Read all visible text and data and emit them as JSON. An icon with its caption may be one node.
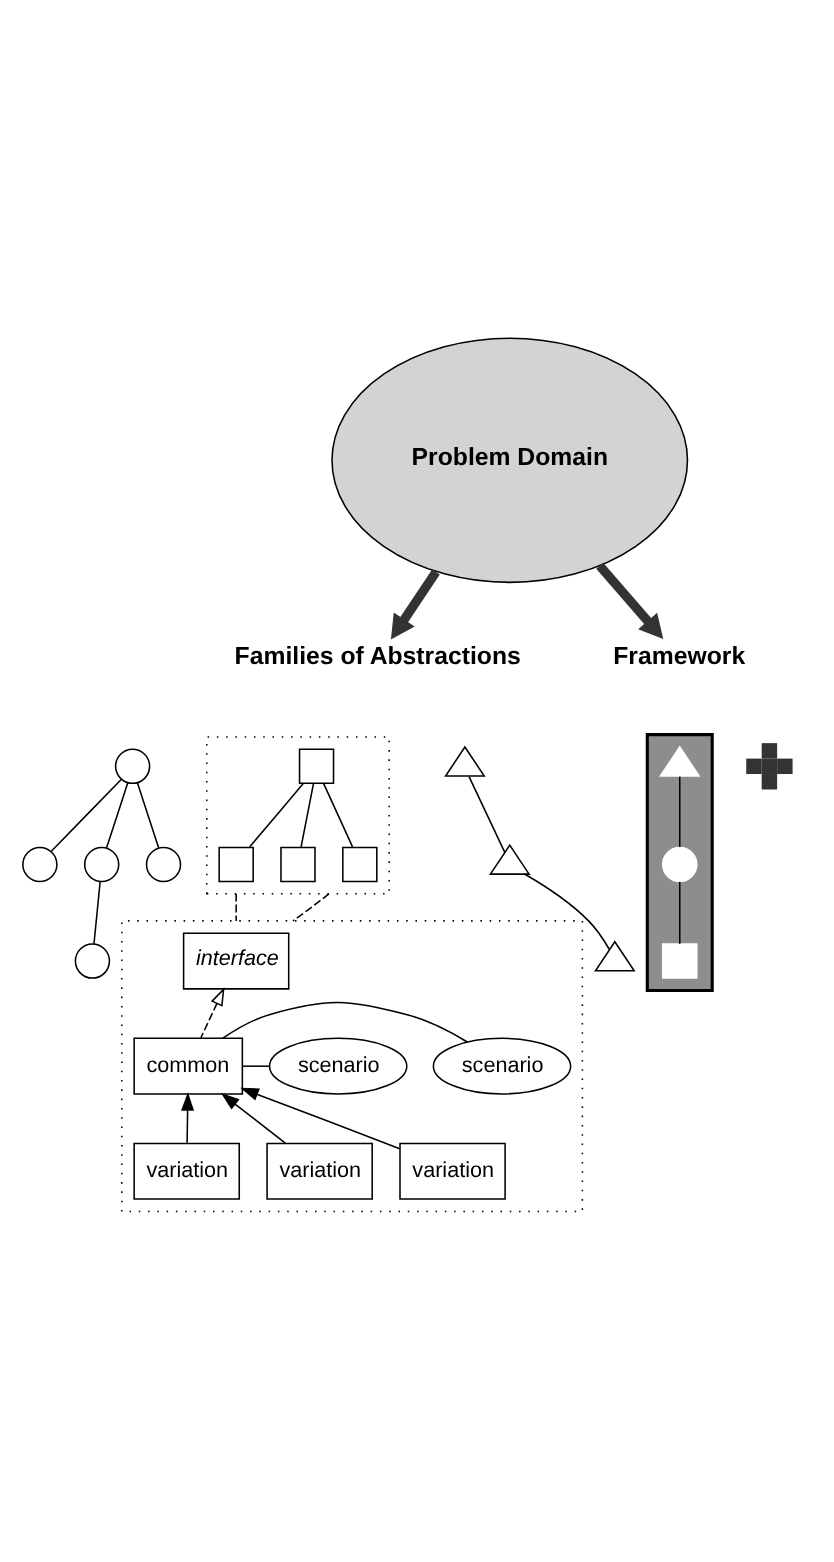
{
  "diagram": {
    "nodes": [
      {
        "text": [
          "Problem Domain"
        ]
      },
      {
        "text": [
          "Families of Abstractions"
        ]
      },
      {
        "text": [
          "Framework"
        ]
      },
      {
        "text": [],
        "shape": "triangle"
      },
      {
        "text": [],
        "shape": "triangle"
      },
      {
        "text": [],
        "shape": "triangle"
      },
      {
        "text": [],
        "shape": "circle"
      },
      {
        "text": [],
        "shape": "circle"
      },
      {
        "text": [],
        "shape": "circle"
      },
      {
        "text": [],
        "shape": "circle"
      },
      {
        "text": [],
        "shape": "circle"
      },
      {
        "text": [],
        "shape": "box"
      },
      {
        "text": [],
        "shape": "box",
        "in": 11
      },
      {
        "text": [],
        "shape": "box",
        "in": 11
      },
      {
        "text": [],
        "shape": "box",
        "in": 11
      },
      {
        "text": [],
        "shape": "box",
        "in": 11
      },
      {
        "text": [],
        "shape": "cross"
      },
      {
        "text": [],
        "shape": "box"
      },
      {
        "text": [],
        "shape": "triangle",
        "in": 17
      },
      {
        "text": [],
        "shape": "circle",
        "in": 17
      },
      {
        "text": [],
        "shape": "box",
        "in": 17
      },
      {
        "text": [],
        "shape": "box"
      },
      {
        "text": [
          "interface"
        ],
        "in": 21
      },
      {
        "text": [
          "common"
        ],
        "in": 21
      },
      {
        "text": [
          "scenario"
        ],
        "in": 21
      },
      {
        "text": [
          "scenario"
        ],
        "in": 21
      },
      {
        "text": [
          "variation"
        ],
        "in": 21
      },
      {
        "text": [
          "variation"
        ],
        "in": 21
      },
      {
        "text": [
          "variation"
        ],
        "in": 21
      }
    ],
    "edges": [
      {
        "from": 0,
        "to": 1,
        "arrow": "to",
        "style": "thick"
      },
      {
        "from": 0,
        "to": 2,
        "arrow": "to",
        "style": "thick"
      },
      {
        "from": 3,
        "to": 4,
        "arrow": "none"
      },
      {
        "from": 4,
        "to": 5,
        "arrow": "none"
      },
      {
        "from": 6,
        "to": 7,
        "arrow": "none"
      },
      {
        "from": 6,
        "to": 8,
        "arrow": "none"
      },
      {
        "from": 6,
        "to": 9,
        "arrow": "none"
      },
      {
        "from": 8,
        "to": 10,
        "arrow": "none"
      },
      {
        "from": 12,
        "to": 13,
        "arrow": "none"
      },
      {
        "from": 12,
        "to": 14,
        "arrow": "none"
      },
      {
        "from": 12,
        "to": 15,
        "arrow": "none"
      },
      {
        "from": 18,
        "to": 19,
        "arrow": "none"
      },
      {
        "from": 19,
        "to": 20,
        "arrow": "none"
      },
      {
        "from": 11,
        "to": 21,
        "arrow": "none",
        "style": "dashed"
      },
      {
        "from": 11,
        "to": 21,
        "arrow": "none",
        "style": "dashed"
      },
      {
        "from": 23,
        "to": 22,
        "arrow": "to",
        "style": "dashed"
      },
      {
        "from": 23,
        "to": 24,
        "arrow": "none"
      },
      {
        "from": 23,
        "to": 25,
        "arrow": "none"
      },
      {
        "from": 26,
        "to": 23,
        "arrow": "to"
      },
      {
        "from": 27,
        "to": 23,
        "arrow": "to"
      },
      {
        "from": 28,
        "to": 23,
        "arrow": "to"
      }
    ]
  }
}
